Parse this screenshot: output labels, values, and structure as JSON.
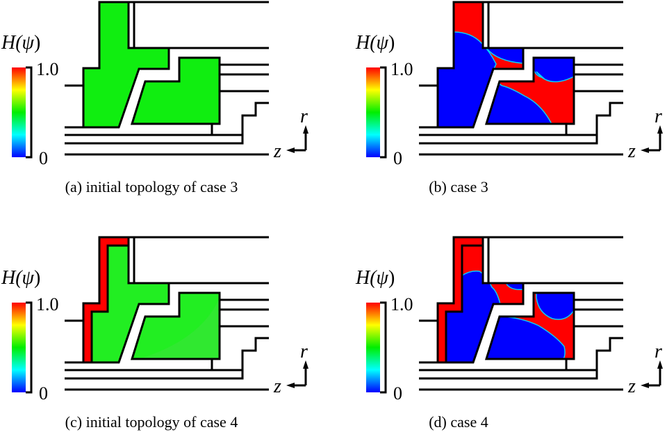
{
  "colorbar": {
    "label_func": "H(",
    "label_symbol": "ψ",
    "label_close": ")",
    "max_label": "1.0",
    "min_label": "0",
    "max_value": 1.0,
    "min_value": 0
  },
  "axes": {
    "r_label": "r",
    "z_label": "z"
  },
  "colors": {
    "red": "#ff0000",
    "green": "#10ee10",
    "blue": "#0000ff",
    "line": "#000000"
  },
  "panels": [
    {
      "caption": "(a) initial topology of case 3",
      "state": "initial-uniform"
    },
    {
      "caption": "(b) case 3",
      "state": "optimized"
    },
    {
      "caption": "(c) initial topology of case 4",
      "state": "initial-with-shell"
    },
    {
      "caption": "(d) case 4",
      "state": "optimized-with-shell"
    }
  ]
}
